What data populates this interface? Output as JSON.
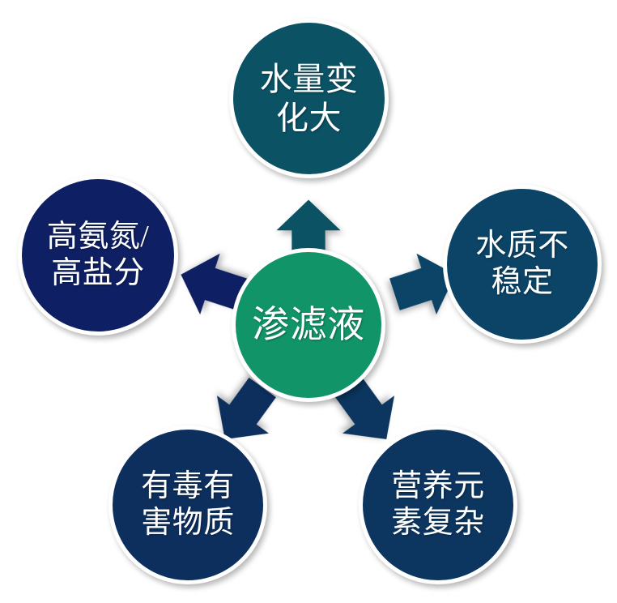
{
  "diagram": {
    "type": "radial-hub-and-spoke",
    "background_color": "#ffffff",
    "center": {
      "label": "渗滤液",
      "color": "#119568"
    },
    "nodes": [
      {
        "id": "top",
        "label": "水量变化大",
        "color": "#0b5265",
        "position": "top"
      },
      {
        "id": "right",
        "label": "水质不稳定",
        "color": "#0b4467",
        "position": "right"
      },
      {
        "id": "bottom-right",
        "label": "营养元素复杂",
        "color": "#0c3660",
        "position": "bottom-right"
      },
      {
        "id": "bottom-left",
        "label": "有毒有害物质",
        "color": "#0d2f5e",
        "position": "bottom-left"
      },
      {
        "id": "left",
        "label": "高氨氮/高盐分",
        "color": "#0e2063",
        "position": "left"
      }
    ],
    "arrows": [
      {
        "id": "arrow-top",
        "points_to": "top",
        "color": "#0b5265",
        "direction": "up"
      },
      {
        "id": "arrow-right",
        "points_to": "right",
        "color": "#0b4467",
        "direction": "right-up"
      },
      {
        "id": "arrow-bottom-right",
        "points_to": "bottom-right",
        "color": "#0c3660",
        "direction": "down-right"
      },
      {
        "id": "arrow-bottom-left",
        "points_to": "bottom-left",
        "color": "#0d2f5e",
        "direction": "down-left"
      },
      {
        "id": "arrow-left",
        "points_to": "left",
        "color": "#0e2063",
        "direction": "left-up"
      }
    ]
  }
}
